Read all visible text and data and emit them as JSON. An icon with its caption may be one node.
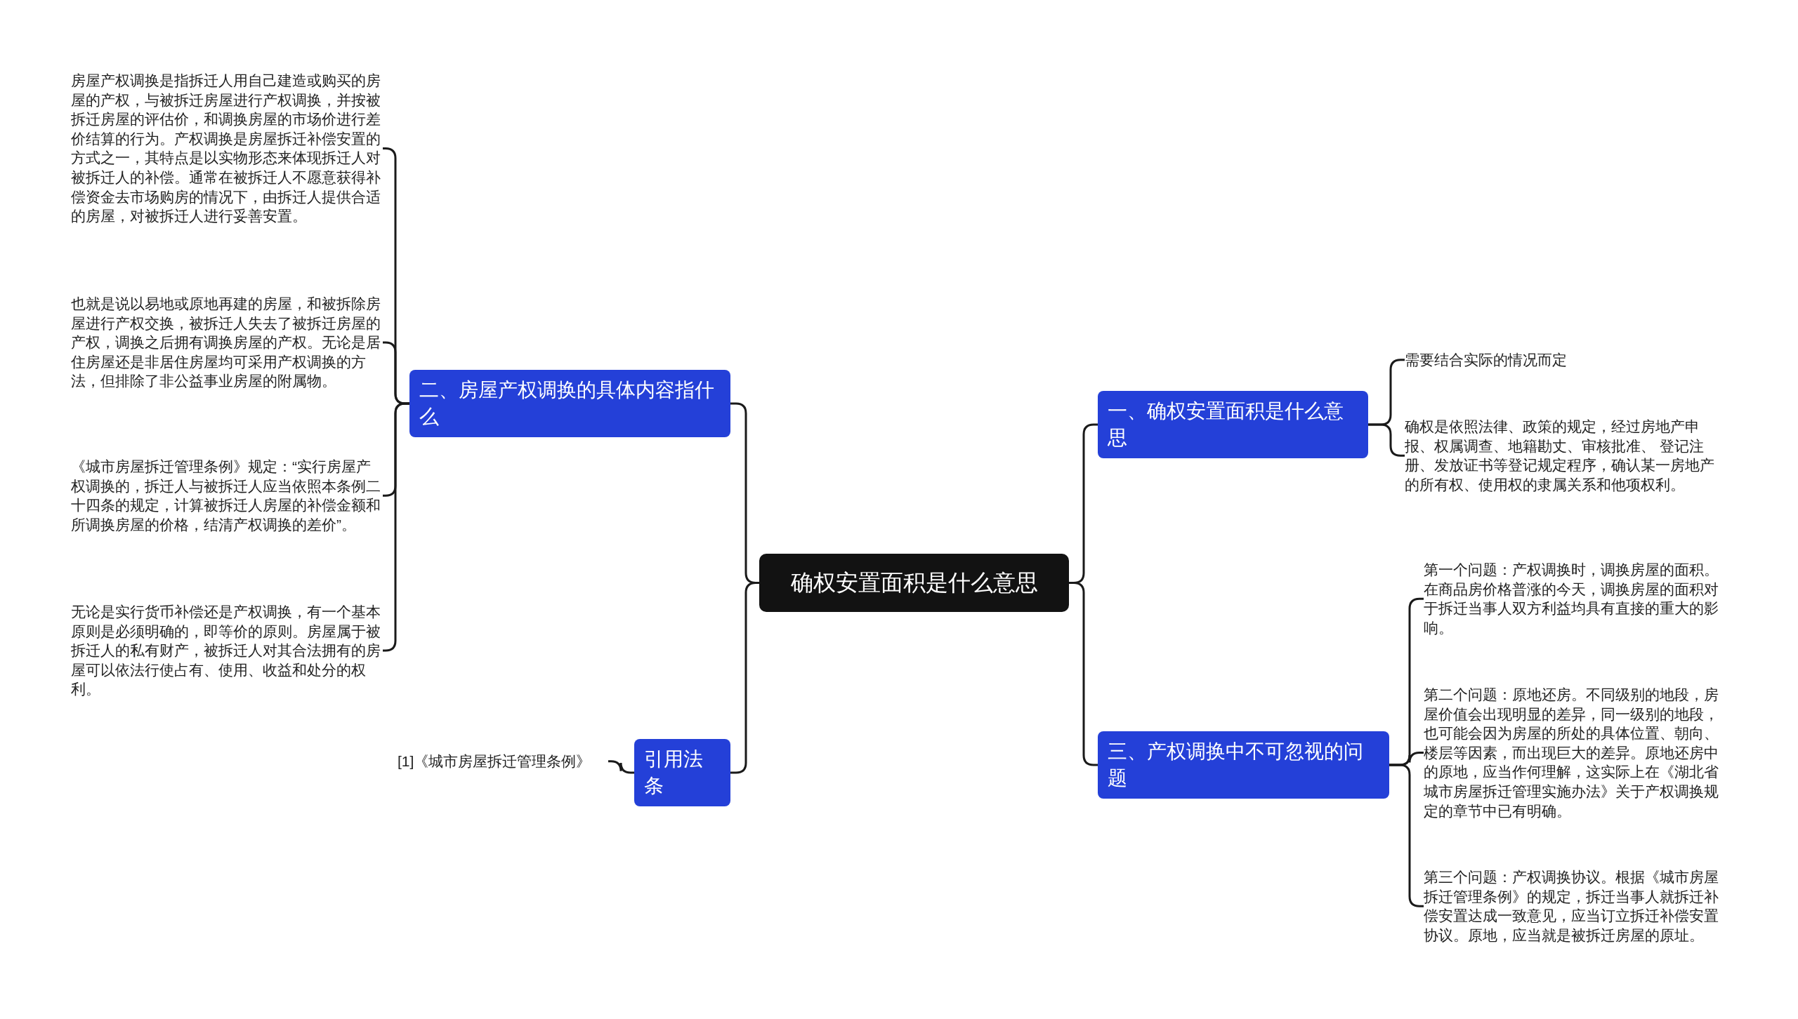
{
  "diagram": {
    "nodes": [
      {
        "text": [
          "确权安置面积是什么意思"
        ]
      },
      {
        "text": [
          "二、房屋产权调换的具体内容指什么"
        ]
      },
      {
        "text": [
          "房屋产权调换是指拆迁人用自己建造或购买的房屋的产权，与被拆迁房屋进行产权调换，并按被拆迁房屋的评估价，和调换房屋的市场价进行差价结算的行为。产权调换是房屋拆迁补偿安置的方式之一，其特点是以实物形态来体现拆迁人对被拆迁人的补偿。通常在被拆迁人不愿意获得补偿资金去市场购房的情况下，由拆迁人提供合适的房屋，对被拆迁人进行妥善安置。"
        ]
      },
      {
        "text": [
          "也就是说以易地或原地再建的房屋，和被拆除房屋进行产权交换，被拆迁人失去了被拆迁房屋的产权，调换之后拥有调换房屋的产权。无论是居住房屋还是非居住房屋均可采用产权调换的方法，但排除了非公益事业房屋的附属物。"
        ]
      },
      {
        "text": [
          "《城市房屋拆迁管理条例》规定：“实行房屋产权调换的，拆迁人与被拆迁人应当依照本条例二十四条的规定，计算被拆迁人房屋的补偿金额和所调换房屋的价格，结清产权调换的差价”。"
        ]
      },
      {
        "text": [
          "无论是实行货币补偿还是产权调换，有一个基本原则是必须明确的，即等价的原则。房屋属于被拆迁人的私有财产，被拆迁人对其合法拥有的房屋可以依法行使占有、使用、收益和处分的权利。"
        ]
      },
      {
        "text": [
          "引用法条"
        ]
      },
      {
        "text": [
          "[1]《城市房屋拆迁管理条例》"
        ]
      },
      {
        "text": [
          "一、确权安置面积是什么意思"
        ]
      },
      {
        "text": [
          "需要结合实际的情况而定"
        ]
      },
      {
        "text": [
          "确权是依照法律、政策的规定，经过房地产申报、权属调查、地籍勘丈、审核批准、 登记注册、发放证书等登记规定程序，确认某一房地产的所有权、使用权的隶属关系和他项权利。"
        ]
      },
      {
        "text": [
          "三、产权调换中不可忽视的问题"
        ]
      },
      {
        "text": [
          "第一个问题：产权调换时，调换房屋的面积。在商品房价格普涨的今天，调换房屋的面积对于拆迁当事人双方利益均具有直接的重大的影响。"
        ]
      },
      {
        "text": [
          "第二个问题：原地还房。不同级别的地段，房屋价值会出现明显的差异，同一级别的地段，也可能会因为房屋的所处的具体位置、朝向、楼层等因素，而出现巨大的差异。原地还房中的原地，应当作何理解，这实际上在《湖北省城市房屋拆迁管理实施办法》关于产权调换规定的章节中已有明确。"
        ]
      },
      {
        "text": [
          "第三个问题：产权调换协议。根据《城市房屋拆迁管理条例》的规定，拆迁当事人就拆迁补偿安置达成一致意见，应当订立拆迁补偿安置协议。原地，应当就是被拆迁房屋的原址。"
        ]
      }
    ],
    "edges": [
      {
        "from": 0,
        "to": 1,
        "arrow": "none"
      },
      {
        "from": 1,
        "to": 2,
        "arrow": "none"
      },
      {
        "from": 1,
        "to": 3,
        "arrow": "none"
      },
      {
        "from": 1,
        "to": 4,
        "arrow": "none"
      },
      {
        "from": 1,
        "to": 5,
        "arrow": "none"
      },
      {
        "from": 0,
        "to": 6,
        "arrow": "none"
      },
      {
        "from": 6,
        "to": 7,
        "arrow": "none"
      },
      {
        "from": 0,
        "to": 8,
        "arrow": "none"
      },
      {
        "from": 8,
        "to": 9,
        "arrow": "none"
      },
      {
        "from": 8,
        "to": 10,
        "arrow": "none"
      },
      {
        "from": 0,
        "to": 11,
        "arrow": "none"
      },
      {
        "from": 11,
        "to": 12,
        "arrow": "none"
      },
      {
        "from": 11,
        "to": 13,
        "arrow": "none"
      },
      {
        "from": 11,
        "to": 14,
        "arrow": "none"
      }
    ]
  }
}
